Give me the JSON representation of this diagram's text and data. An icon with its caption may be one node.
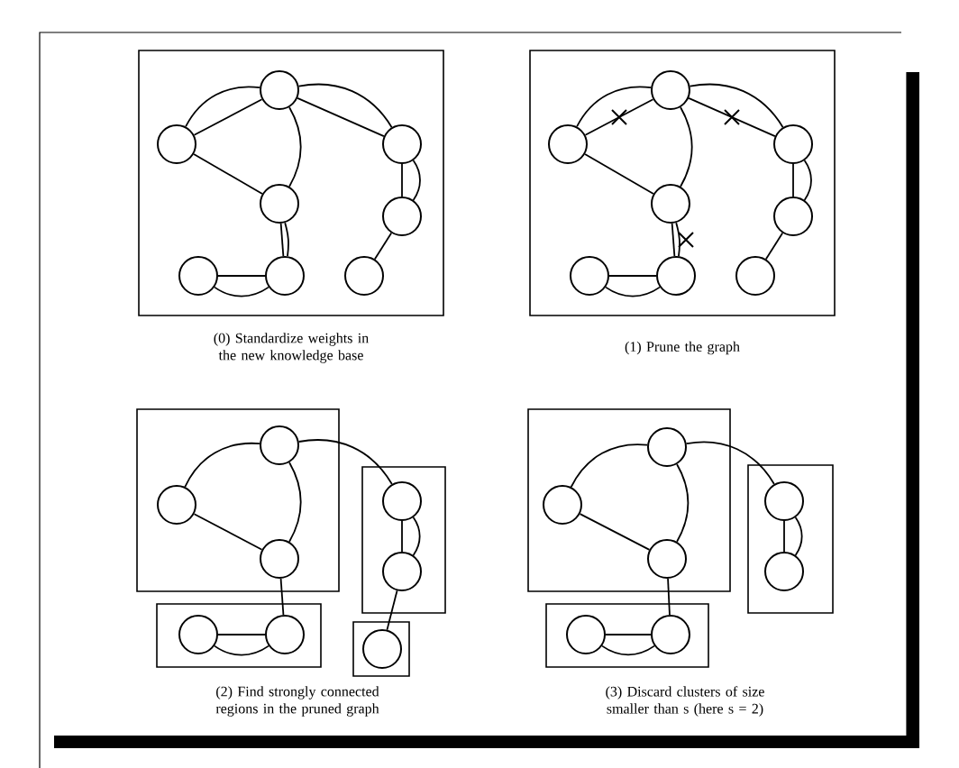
{
  "diagram": {
    "nodes": [
      {
        "text": [],
        "shape": "box"
      },
      {
        "text": [],
        "shape": "circle",
        "in": 0
      },
      {
        "text": [],
        "shape": "circle",
        "in": 0
      },
      {
        "text": [],
        "shape": "circle",
        "in": 0
      },
      {
        "text": [],
        "shape": "circle",
        "in": 0
      },
      {
        "text": [],
        "shape": "circle",
        "in": 0
      },
      {
        "text": [],
        "shape": "circle",
        "in": 0
      },
      {
        "text": [],
        "shape": "circle",
        "in": 0
      },
      {
        "text": [],
        "shape": "circle",
        "in": 0
      },
      {
        "text": [],
        "shape": "box"
      },
      {
        "text": [],
        "shape": "circle",
        "in": 9
      },
      {
        "text": [],
        "shape": "circle",
        "in": 9
      },
      {
        "text": [],
        "shape": "circle",
        "in": 9
      },
      {
        "text": [],
        "shape": "circle",
        "in": 9
      },
      {
        "text": [],
        "shape": "circle",
        "in": 9
      },
      {
        "text": [],
        "shape": "circle",
        "in": 9
      },
      {
        "text": [],
        "shape": "circle",
        "in": 9
      },
      {
        "text": [],
        "shape": "circle",
        "in": 9
      },
      {
        "text": [],
        "shape": "box"
      },
      {
        "text": [],
        "shape": "circle",
        "in": 18
      },
      {
        "text": [],
        "shape": "circle",
        "in": 18
      },
      {
        "text": [],
        "shape": "circle",
        "in": 18
      },
      {
        "text": [],
        "shape": "box"
      },
      {
        "text": [],
        "shape": "circle",
        "in": 22
      },
      {
        "text": [],
        "shape": "circle",
        "in": 22
      },
      {
        "text": [],
        "shape": "box"
      },
      {
        "text": [],
        "shape": "circle",
        "in": 25
      },
      {
        "text": [],
        "shape": "circle",
        "in": 25
      },
      {
        "text": [],
        "shape": "box"
      },
      {
        "text": [],
        "shape": "circle",
        "in": 28
      },
      {
        "text": [],
        "shape": "box"
      },
      {
        "text": [],
        "shape": "circle",
        "in": 30
      },
      {
        "text": [],
        "shape": "circle",
        "in": 30
      },
      {
        "text": [],
        "shape": "circle",
        "in": 30
      },
      {
        "text": [],
        "shape": "box"
      },
      {
        "text": [],
        "shape": "circle",
        "in": 34
      },
      {
        "text": [],
        "shape": "circle",
        "in": 34
      },
      {
        "text": [],
        "shape": "box"
      },
      {
        "text": [],
        "shape": "circle",
        "in": 37
      },
      {
        "text": [],
        "shape": "circle",
        "in": 37
      }
    ],
    "edges": [
      {
        "from": 1,
        "to": 2,
        "arrow": "none"
      },
      {
        "from": 1,
        "to": 2,
        "arrow": "none"
      },
      {
        "from": 2,
        "to": 3,
        "arrow": "none"
      },
      {
        "from": 1,
        "to": 3,
        "arrow": "none"
      },
      {
        "from": 1,
        "to": 4,
        "arrow": "none"
      },
      {
        "from": 1,
        "to": 4,
        "arrow": "none"
      },
      {
        "from": 4,
        "to": 5,
        "arrow": "none"
      },
      {
        "from": 4,
        "to": 5,
        "arrow": "none"
      },
      {
        "from": 3,
        "to": 7,
        "arrow": "none"
      },
      {
        "from": 3,
        "to": 7,
        "arrow": "none"
      },
      {
        "from": 6,
        "to": 7,
        "arrow": "none"
      },
      {
        "from": 6,
        "to": 7,
        "arrow": "none"
      },
      {
        "from": 5,
        "to": 8,
        "arrow": "none"
      },
      {
        "from": 10,
        "to": 11,
        "arrow": "none"
      },
      {
        "from": 10,
        "to": 11,
        "arrow": "none"
      },
      {
        "from": 11,
        "to": 12,
        "arrow": "none"
      },
      {
        "from": 10,
        "to": 12,
        "arrow": "none"
      },
      {
        "from": 10,
        "to": 13,
        "arrow": "none"
      },
      {
        "from": 10,
        "to": 13,
        "arrow": "none"
      },
      {
        "from": 13,
        "to": 14,
        "arrow": "none"
      },
      {
        "from": 13,
        "to": 14,
        "arrow": "none"
      },
      {
        "from": 12,
        "to": 16,
        "arrow": "none"
      },
      {
        "from": 12,
        "to": 16,
        "arrow": "none"
      },
      {
        "from": 15,
        "to": 16,
        "arrow": "none"
      },
      {
        "from": 15,
        "to": 16,
        "arrow": "none"
      },
      {
        "from": 14,
        "to": 17,
        "arrow": "none"
      },
      {
        "from": 19,
        "to": 20,
        "arrow": "none"
      },
      {
        "from": 20,
        "to": 21,
        "arrow": "none"
      },
      {
        "from": 19,
        "to": 21,
        "arrow": "none"
      },
      {
        "from": 19,
        "to": 23,
        "arrow": "none"
      },
      {
        "from": 23,
        "to": 24,
        "arrow": "none"
      },
      {
        "from": 23,
        "to": 24,
        "arrow": "none"
      },
      {
        "from": 21,
        "to": 27,
        "arrow": "none"
      },
      {
        "from": 26,
        "to": 27,
        "arrow": "none"
      },
      {
        "from": 26,
        "to": 27,
        "arrow": "none"
      },
      {
        "from": 24,
        "to": 29,
        "arrow": "none"
      },
      {
        "from": 31,
        "to": 32,
        "arrow": "none"
      },
      {
        "from": 32,
        "to": 33,
        "arrow": "none"
      },
      {
        "from": 31,
        "to": 33,
        "arrow": "none"
      },
      {
        "from": 31,
        "to": 35,
        "arrow": "none"
      },
      {
        "from": 35,
        "to": 36,
        "arrow": "none"
      },
      {
        "from": 35,
        "to": 36,
        "arrow": "none"
      },
      {
        "from": 33,
        "to": 39,
        "arrow": "none"
      },
      {
        "from": 38,
        "to": 39,
        "arrow": "none"
      },
      {
        "from": 38,
        "to": 39,
        "arrow": "none"
      }
    ],
    "labels": [
      "(0) Standardize weights in the new knowledge base",
      "(1) Prune the graph",
      "(2) Find strongly connected regions in the pruned graph",
      "(3) Discard clusters of size smaller than s (here s = 2)"
    ]
  }
}
